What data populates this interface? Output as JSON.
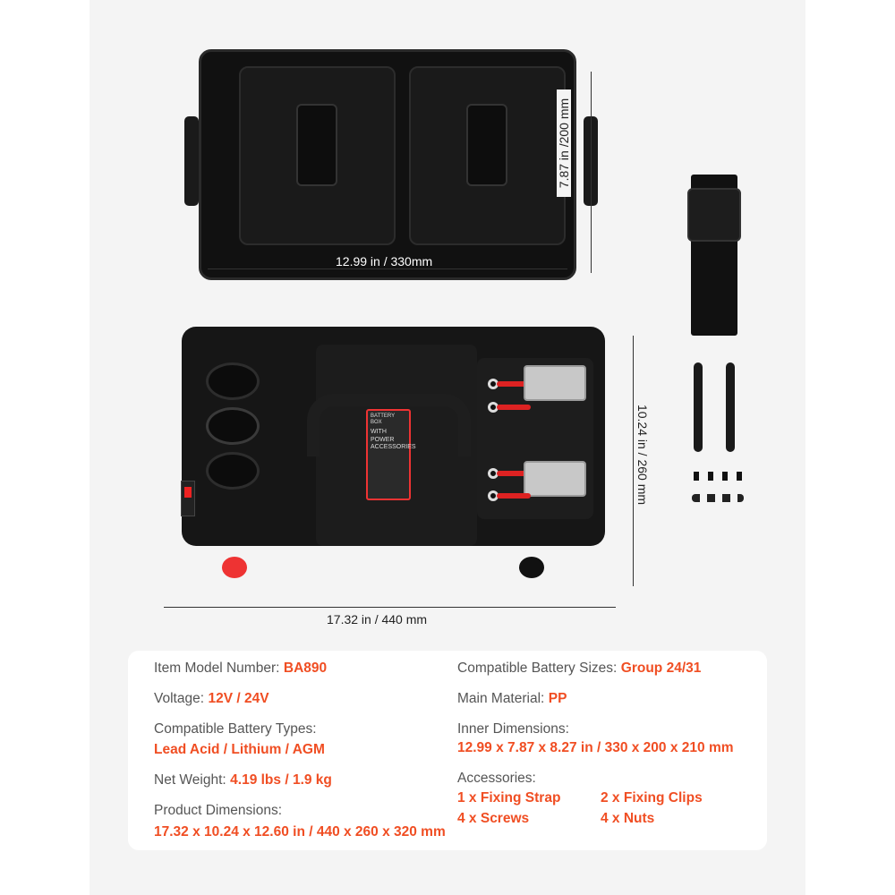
{
  "product_label": {
    "line1": "BATTERY BOX",
    "line2": "WITH POWER ACCESSORIES"
  },
  "dimensions": {
    "tray_width": "12.99 in / 330mm",
    "tray_depth": "7.87 in /200 mm",
    "box_height": "10.24 in / 260 mm",
    "box_width": "17.32 in / 440 mm"
  },
  "specs": {
    "model": {
      "label": "Item Model Number:",
      "value": "BA890"
    },
    "voltage": {
      "label": "Voltage:",
      "value": "12V / 24V"
    },
    "battery_types": {
      "label": "Compatible Battery Types:",
      "value": "Lead Acid / Lithium / AGM"
    },
    "weight": {
      "label": "Net Weight:",
      "value": "4.19 lbs / 1.9 kg"
    },
    "product_dimensions": {
      "label": "Product Dimensions:",
      "value": "17.32 x 10.24 x 12.60 in / 440 x 260 x 320 mm"
    },
    "battery_sizes": {
      "label": "Compatible Battery Sizes:",
      "value": "Group 24/31"
    },
    "material": {
      "label": "Main Material:",
      "value": "PP"
    },
    "inner_dimensions": {
      "label": "Inner Dimensions:",
      "value": "12.99 x 7.87 x 8.27 in / 330 x 200 x 210 mm"
    },
    "accessories": {
      "label": "Accessories:",
      "items": [
        "1 x Fixing Strap",
        "2 x Fixing Clips",
        "4 x Screws",
        "4 x Nuts"
      ]
    }
  },
  "colors": {
    "accent": "#f04e23",
    "panel": "#f4f4f4"
  }
}
